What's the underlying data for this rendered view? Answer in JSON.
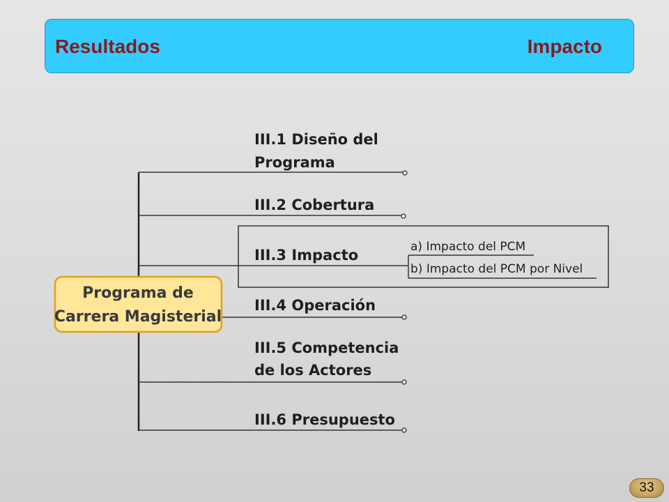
{
  "header": {
    "left_title": "Resultados",
    "right_title": "Impacto"
  },
  "diagram": {
    "center": {
      "line1": "Programa de",
      "line2": "Carrera Magisterial"
    },
    "branches": [
      {
        "lines": [
          "III.1 Diseño del",
          "Programa"
        ]
      },
      {
        "lines": [
          "III.2 Cobertura"
        ]
      },
      {
        "lines": [
          "III.3 Impacto"
        ]
      },
      {
        "lines": [
          "III.4 Operación"
        ]
      },
      {
        "lines": [
          "III.5 Competencia",
          "de los Actores"
        ]
      },
      {
        "lines": [
          "III.6 Presupuesto"
        ]
      }
    ],
    "sub_branches": [
      {
        "text": "a) Impacto del PCM"
      },
      {
        "text": "b) Impacto del PCM por Nivel"
      }
    ]
  },
  "page_number": "33",
  "colors": {
    "header_bg": "#33ccff",
    "header_text": "#8b1a1a",
    "center_fill": "#ffe699",
    "center_border": "#e0a020"
  }
}
